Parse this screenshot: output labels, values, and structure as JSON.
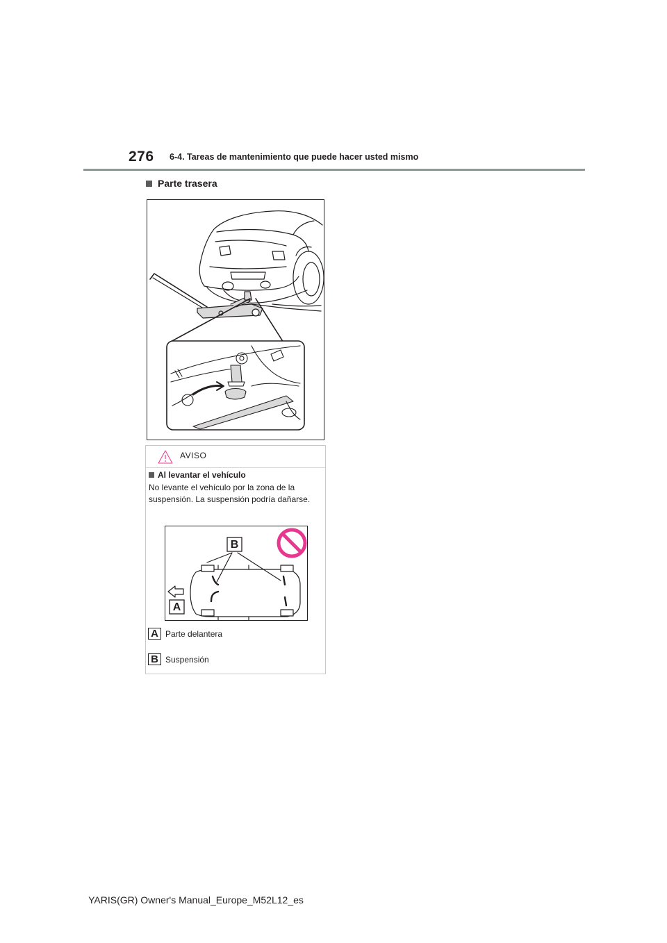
{
  "header": {
    "page_number": "276",
    "section_title": "6-4. Tareas de mantenimiento que puede hacer usted mismo"
  },
  "subheading": "Parte trasera",
  "warning": {
    "label": "AVISO",
    "subheading": "Al levantar el vehículo",
    "text": "No levante el vehículo por la zona de la suspensión. La suspensión podría dañarse.",
    "legend": [
      {
        "key": "A",
        "label": "Parte delantera"
      },
      {
        "key": "B",
        "label": "Suspensión"
      }
    ],
    "diagram_labels": {
      "a": "A",
      "b": "B"
    }
  },
  "colors": {
    "warning_accent": "#e8378f",
    "header_rule": "#8a9a96",
    "jack_fill": "#d9d9d9"
  },
  "footer": "YARIS(GR) Owner's Manual_Europe_M52L12_es"
}
